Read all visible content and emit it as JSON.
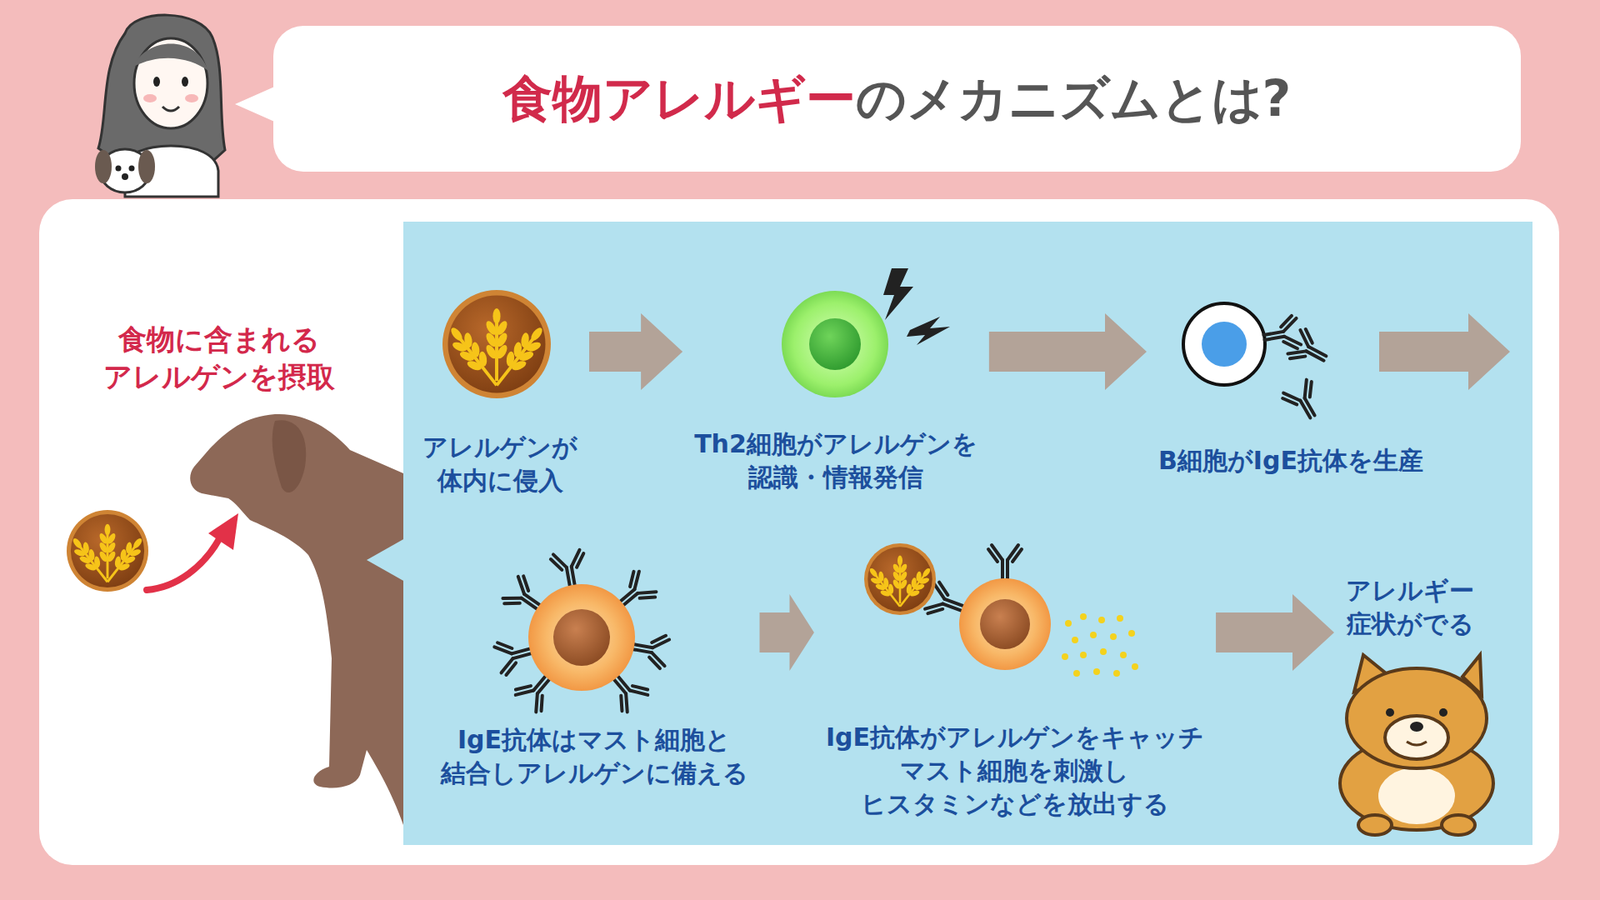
{
  "diagram": {
    "title": "食物アレルギーのメカニズムとは?",
    "nodes": [
      {
        "text": [
          "食物に含まれる アレルゲンを摂取"
        ]
      },
      {
        "text": [
          "アレルゲンが 体内に侵入"
        ]
      },
      {
        "text": [
          "Th2細胞がアレルゲンを 認識・情報発信"
        ]
      },
      {
        "text": [
          "B細胞がIgE抗体を生産"
        ]
      },
      {
        "text": [
          "IgE抗体はマスト細胞と 結合しアレルゲンに備える"
        ]
      },
      {
        "text": [
          "IgE抗体がアレルゲンをキャッチ マスト細胞を刺激し ヒスタミンなどを放出する"
        ]
      },
      {
        "text": [
          "アレルギー 症状がでる"
        ]
      }
    ],
    "edges": [
      {
        "from": 1,
        "to": 2,
        "arrow": "to"
      },
      {
        "from": 2,
        "to": 3,
        "arrow": "to"
      },
      {
        "from": 4,
        "to": 5,
        "arrow": "to"
      },
      {
        "from": 5,
        "to": 6,
        "arrow": "to"
      }
    ]
  }
}
